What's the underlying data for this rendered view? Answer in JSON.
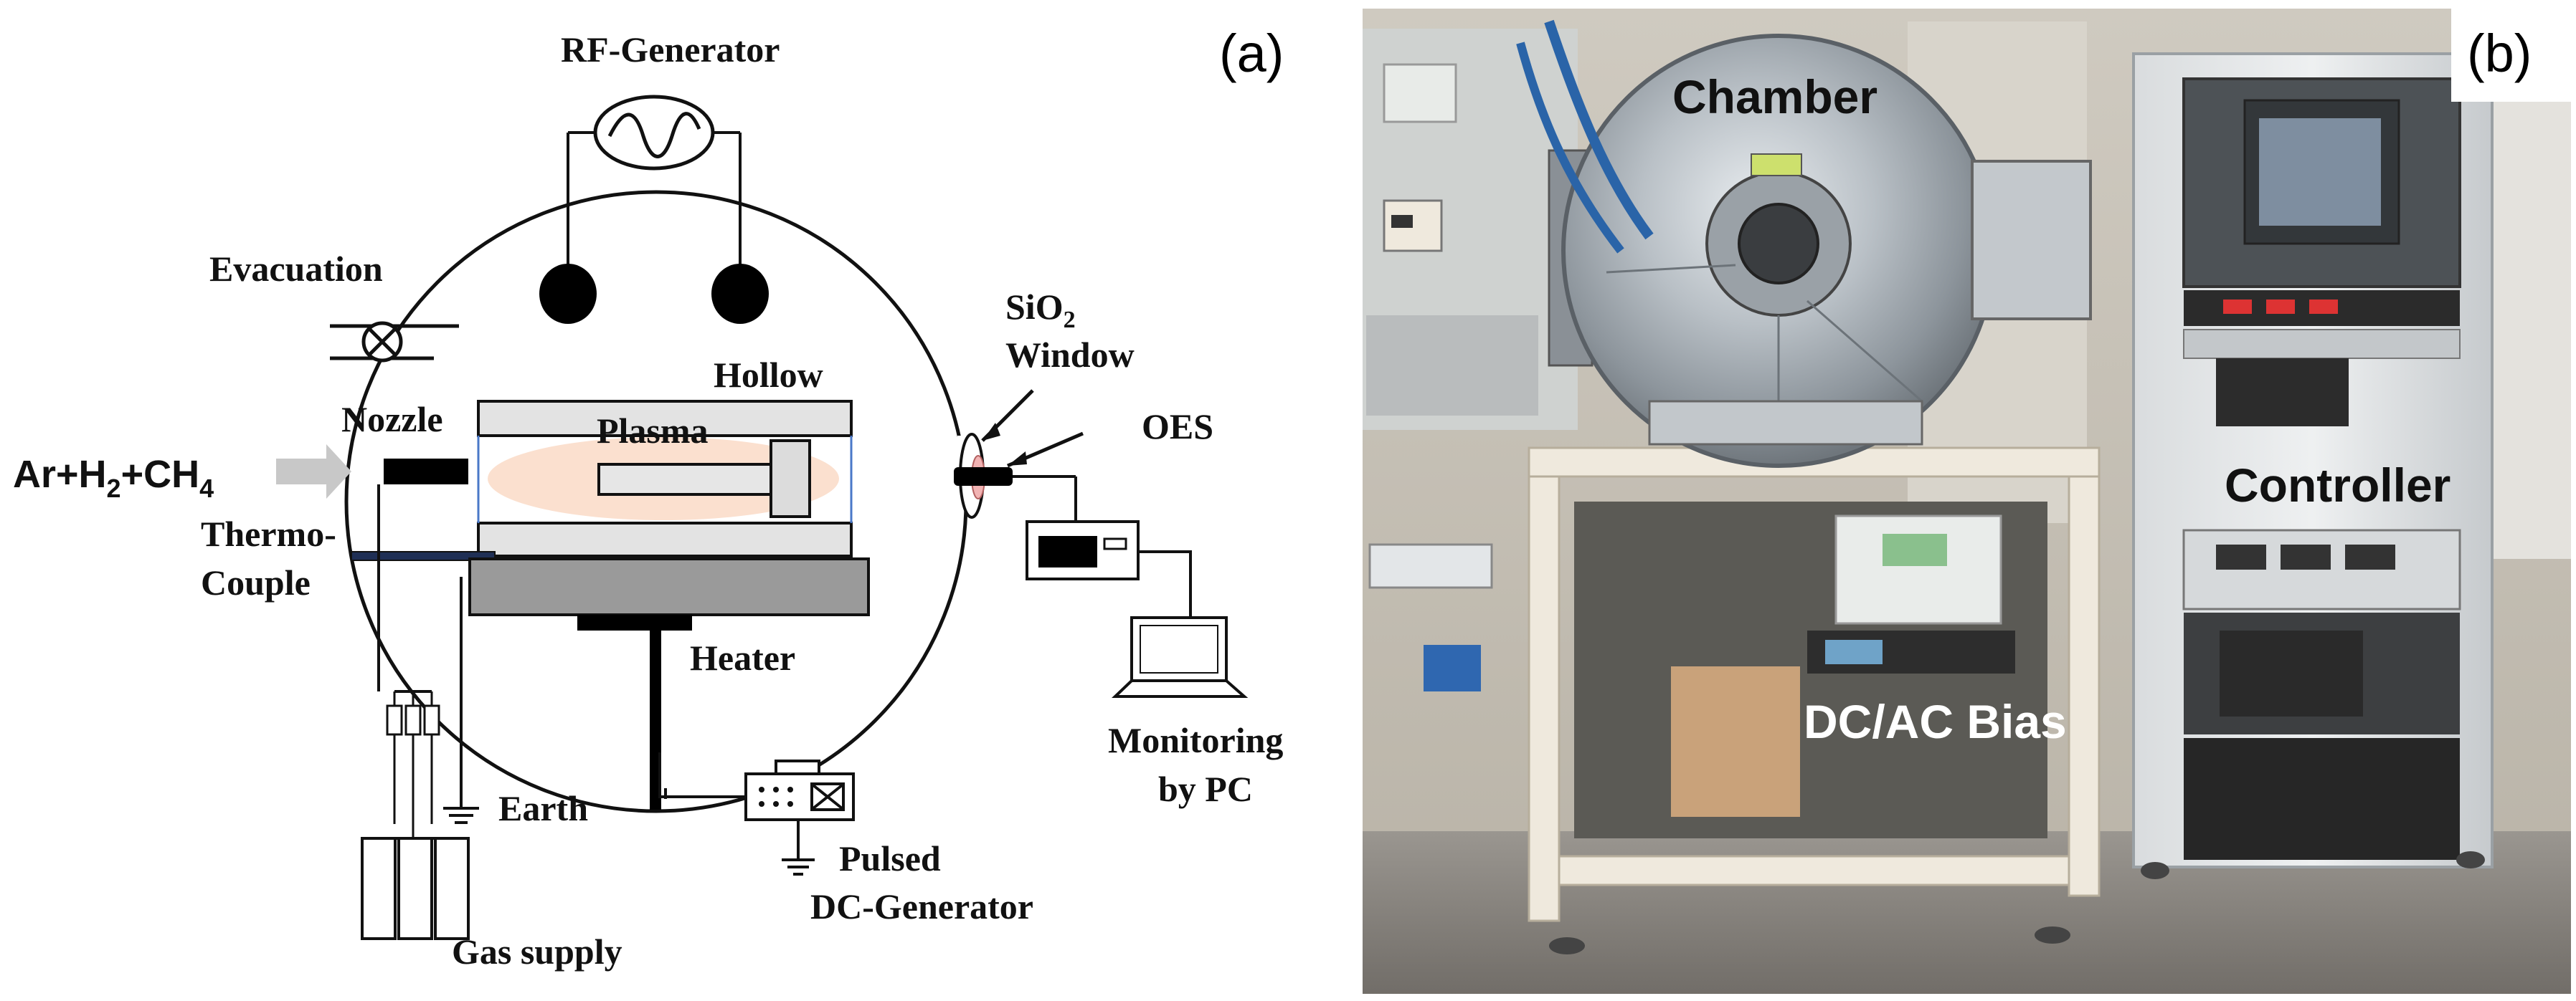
{
  "panel_a": {
    "letter": "(a)",
    "labels": {
      "rf_generator": "RF-Generator",
      "evacuation": "Evacuation",
      "sio2": "SiO",
      "sio2_sub": "2",
      "window": "Window",
      "hollow": "Hollow",
      "nozzle": "Nozzle",
      "plasma": "Plasma",
      "oes": "OES",
      "thermo": "Thermo-",
      "couple": "Couple",
      "heater": "Heater",
      "earth": "Earth",
      "monitoring": "Monitoring",
      "by_pc": "by PC",
      "pulsed": "Pulsed",
      "dc_generator": "DC-Generator",
      "gas_supply": "Gas supply"
    },
    "gas_formula": {
      "part1": "Ar+H",
      "sub1": "2",
      "part2": "+CH",
      "sub2": "4"
    }
  },
  "panel_b": {
    "letter": "(b)",
    "labels": {
      "chamber": "Chamber",
      "controller": "Controller",
      "bias": "DC/AC Bias"
    }
  }
}
